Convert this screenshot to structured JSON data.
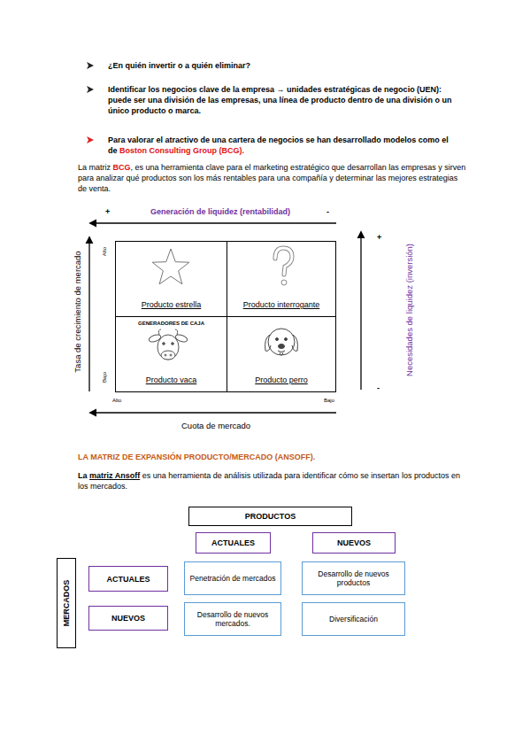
{
  "diagram": {
    "nodes": [
      {
        "text": [
          "Producto estrella"
        ]
      },
      {
        "text": [
          "Producto interrogante"
        ]
      },
      {
        "text": [
          "GENERADORES DE CAJA",
          "Producto vaca"
        ]
      },
      {
        "text": [
          "Producto perro"
        ]
      },
      {
        "text": [
          "PRODUCTOS"
        ]
      },
      {
        "text": [
          "ACTUALES"
        ]
      },
      {
        "text": [
          "NUEVOS"
        ]
      },
      {
        "text": [
          "MERCADOS"
        ]
      },
      {
        "text": [
          "ACTUALES"
        ]
      },
      {
        "text": [
          "NUEVOS"
        ]
      },
      {
        "text": [
          "Penetración de mercados"
        ]
      },
      {
        "text": [
          "Desarrollo de nuevos productos"
        ]
      },
      {
        "text": [
          "Desarrollo de nuevos mercados."
        ]
      },
      {
        "text": [
          "Diversificación"
        ]
      }
    ],
    "labels": [
      "¿En quién invertir o a quién eliminar?",
      "Identificar los negocios clave de la empresa → unidades estratégicas de negocio (UEN): puede ser una división de las empresas, una línea de producto dentro de una división o un único producto o marca.",
      "Para valorar el atractivo de una cartera de negocios se han desarrollado modelos como el de",
      "Boston Consulting Group (BCG).",
      "La matriz",
      "BCG",
      ", es una herramienta clave para el marketing estratégico que desarrollan las empresas y sirven para analizar qué productos son los más rentables para una compañía y determinar las mejores estrategias de venta.",
      "+",
      "Generación de liquidez (rentabilidad)",
      "-",
      "Alto",
      "Bajo",
      "Tasa de crecimiento de mercado",
      "+",
      "-",
      "Necesidades de liquidez (inversión)",
      "Alto",
      "Bajo",
      "Cuota de mercado",
      "LA MATRIZ DE EXPANSIÓN PRODUCTO/MERCADO (ANSOFF).",
      "La",
      "matriz Ansoff",
      "es una herramienta de análisis utilizada para identificar cómo se insertan los productos en los mercados."
    ]
  }
}
